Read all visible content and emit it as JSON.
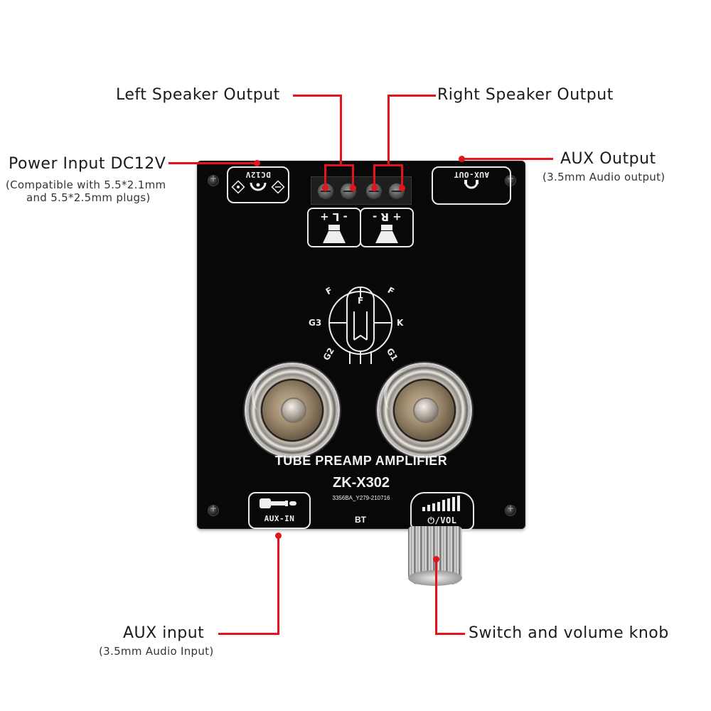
{
  "callouts": {
    "left_speaker": {
      "title": "Left Speaker Output"
    },
    "right_speaker": {
      "title": "Right Speaker Output"
    },
    "power_input": {
      "title": "Power Input DC12V",
      "sub_line1": "(Compatible with 5.5*2.1mm",
      "sub_line2": "and 5.5*2.5mm plugs)"
    },
    "aux_output": {
      "title": "AUX Output",
      "sub": "(3.5mm Audio output)"
    },
    "aux_input": {
      "title": "AUX input",
      "sub": "(3.5mm Audio Input)"
    },
    "volume_knob": {
      "title": "Switch and volume knob"
    }
  },
  "board": {
    "power_port_label": "DC12V",
    "aux_out_label": "AUX-OUT",
    "aux_in_label": "AUX-IN",
    "vol_label": "⏻/VOL",
    "left_polarity": "- L +",
    "right_polarity": "+ R -",
    "product_title": "TUBE PREAMP AMPLIFIER",
    "model": "ZK-X302",
    "serial": "3356BA_Y279-210716",
    "bt_label": "BT",
    "tube_pins": {
      "f_left": "F",
      "f_top": "F",
      "f_right": "F",
      "g3": "G3",
      "k": "K",
      "g2": "G2",
      "g1": "G1"
    }
  },
  "colors": {
    "accent": "#e3141b",
    "board": "#080808"
  },
  "icons": [
    "dc-jack-icon",
    "headphone-jack-icon",
    "speaker-icon",
    "aux-plug-icon",
    "volume-bars-icon",
    "power-icon",
    "vacuum-tube-icon"
  ]
}
